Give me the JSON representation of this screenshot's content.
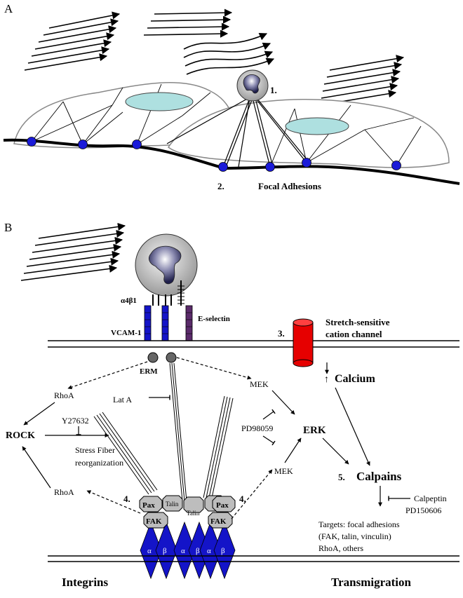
{
  "panel_a": {
    "letter": "A",
    "step_1": "1.",
    "step_2": "2.",
    "focal_adhesions": "Focal Adhesions"
  },
  "panel_b": {
    "letter": "B",
    "a4b1": "α4β1",
    "vcam1": "VCAM-1",
    "eselectin": "E-selectin",
    "step_3": "3.",
    "channel_line1": "Stretch-sensitive",
    "channel_line2": "cation channel",
    "erm": "ERM",
    "rhoa_top": "RhoA",
    "lata": "Lat A",
    "mek_top": "MEK",
    "calcium_arrow": "↑",
    "calcium": "Calcium",
    "rock": "ROCK",
    "y27632": "Y27632",
    "stress_fiber_1": "Stress Fiber",
    "stress_fiber_2": "reorganization",
    "pd98059": "PD98059",
    "erk": "ERK",
    "step_5": "5.",
    "calpains": "Calpains",
    "calpeptin": "Calpeptin",
    "pd150606": "PD150606",
    "mek_bottom": "MEK",
    "rhoa_bottom": "RhoA",
    "step_4_left": "4.",
    "step_4_right": "4.",
    "pax": "Pax",
    "talin": "Talin",
    "fak": "FAK",
    "alpha": "α",
    "beta": "β",
    "targets_1": "Targets: focal adhesions",
    "targets_2": "(FAK, talin, vinculin)",
    "targets_3": "RhoA, others",
    "integrins": "Integrins",
    "transmigration": "Transmigration"
  },
  "colors": {
    "cytoplasm_blue": "#aee0e0",
    "adhesion_dot": "#1a1ad8",
    "channel_red": "#e60000",
    "integrin_blue": "#1414c8",
    "vcam_purple": "#5a2a6a",
    "box_gray": "#bdbdbd"
  }
}
